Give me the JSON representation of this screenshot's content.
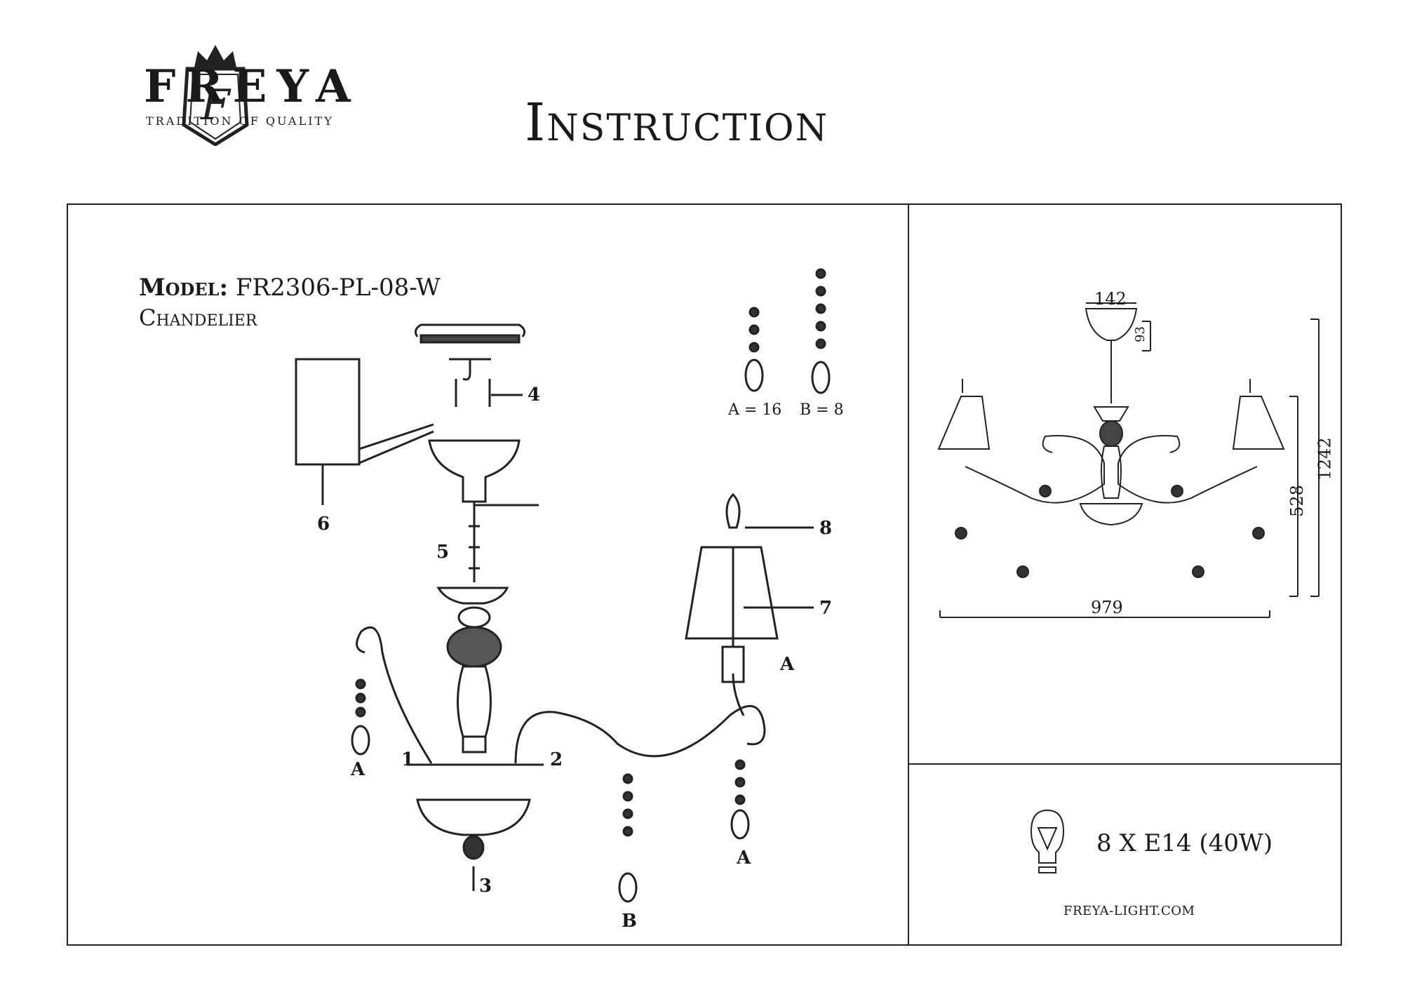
{
  "header": {
    "brand": "FREYA",
    "tagline": "TRADITION OF QUALITY",
    "title": "Instruction"
  },
  "model": {
    "label": "Model:",
    "code": "FR2306-PL-08-W",
    "type": "Chandelier"
  },
  "crystals": {
    "a": "A = 16",
    "b": "B = 8"
  },
  "step_labels": [
    "1",
    "2",
    "3",
    "4",
    "5",
    "6",
    "7",
    "8"
  ],
  "part_labels": {
    "a": "A",
    "b": "B"
  },
  "dimensions": {
    "top_width": "142",
    "top_height": "93",
    "total_height": "1242",
    "body_height": "528",
    "width": "979"
  },
  "bulb_spec": "8 X E14 (40W)",
  "website": "FREYA-LIGHT.COM",
  "icons": [
    "crown-shield-logo-icon",
    "light-bulb-icon"
  ]
}
